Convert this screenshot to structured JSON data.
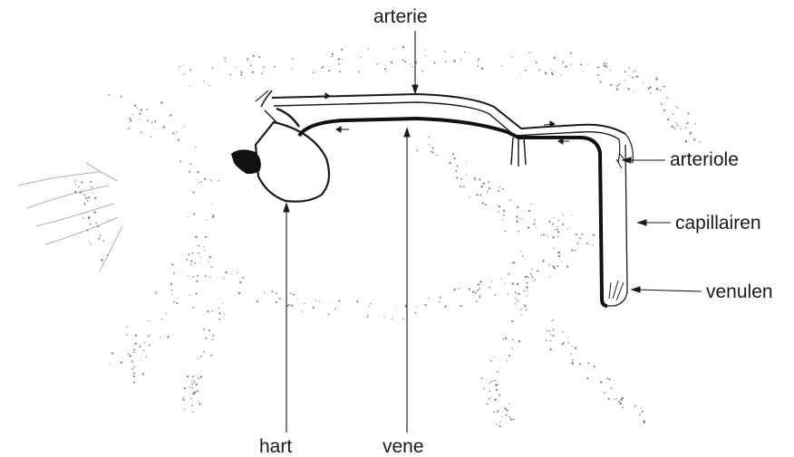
{
  "labels": {
    "arterie": "arterie",
    "arteriole": "arteriole",
    "capillairen": "capillairen",
    "venulen": "venulen",
    "hart": "hart",
    "vene": "vene"
  },
  "colors": {
    "ink": "#1a1a1a",
    "stipple": "#7a7a7a",
    "background": "#ffffff"
  }
}
